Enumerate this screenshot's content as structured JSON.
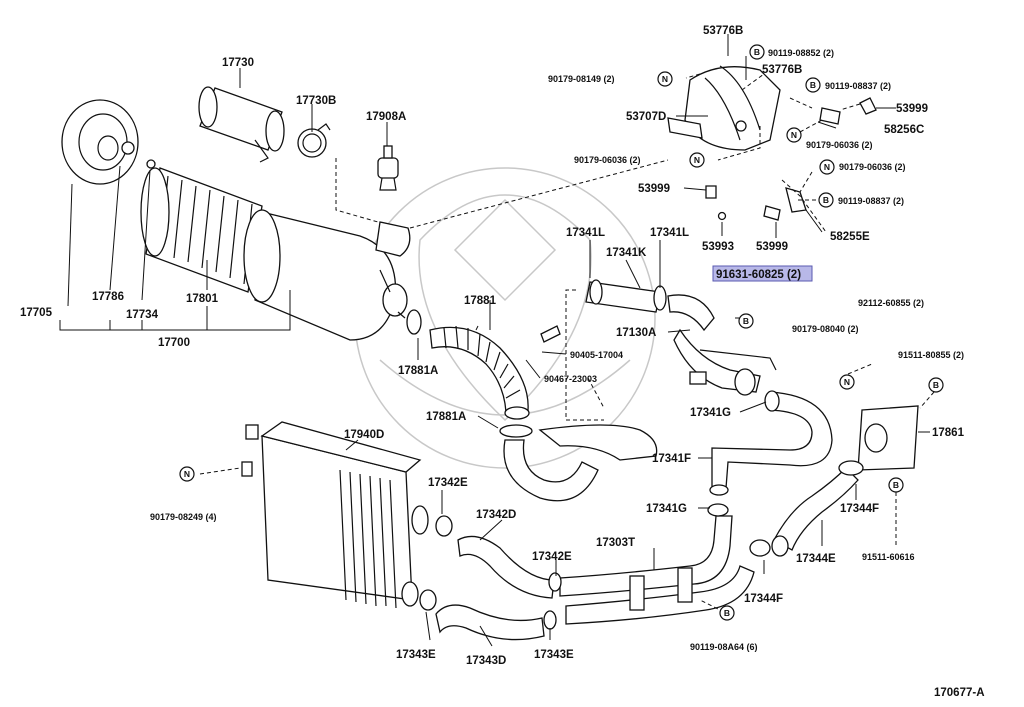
{
  "diagram_code": "170677-A",
  "highlighted_part": "91631-60825 (2)",
  "symbols": {
    "bolt": "B",
    "nut": "N"
  },
  "labels": {
    "p53776B_a": "53776B",
    "p53776B_b": "53776B",
    "p90119_08852": "90119-08852 (2)",
    "p90179_08149": "90179-08149 (2)",
    "p90119_08837_a": "90119-08837 (2)",
    "p53999_a": "53999",
    "p53707D": "53707D",
    "p58256C": "58256C",
    "p90179_06036_a": "90179-06036 (2)",
    "p90179_06036_b": "90179-06036 (2)",
    "p90179_06036_c": "90179-06036 (2)",
    "p53999_b": "53999",
    "p90119_08837_b": "90119-08837 (2)",
    "p53993": "53993",
    "p53999_c": "53999",
    "p58255E": "58255E",
    "p17730": "17730",
    "p17730B": "17730B",
    "p17908A": "17908A",
    "p17705": "17705",
    "p17786": "17786",
    "p17734": "17734",
    "p17801": "17801",
    "p17700": "17700",
    "p17341L_a": "17341L",
    "p17341L_b": "17341L",
    "p17341K": "17341K",
    "p91631_60825": "91631-60825 (2)",
    "p92112_60855": "92112-60855 (2)",
    "p17881": "17881",
    "p17130A": "17130A",
    "p90179_08040": "90179-08040 (2)",
    "p91511_80855": "91511-80855 (2)",
    "p90405_17004": "90405-17004",
    "p90467_23003": "90467-23003",
    "p17881A_a": "17881A",
    "p17881A_b": "17881A",
    "p17341G_a": "17341G",
    "p17861": "17861",
    "p17940D": "17940D",
    "p17341F": "17341F",
    "p90179_08249": "90179-08249 (4)",
    "p17342E_a": "17342E",
    "p17342D": "17342D",
    "p17341G_b": "17341G",
    "p17344F_a": "17344F",
    "p17303T": "17303T",
    "p17342E_b": "17342E",
    "p17344E": "17344E",
    "p91511_60616": "91511-60616",
    "p17344F_b": "17344F",
    "p90119_08A64": "90119-08A64 (6)",
    "p17343E_a": "17343E",
    "p17343D": "17343D",
    "p17343E_b": "17343E"
  }
}
